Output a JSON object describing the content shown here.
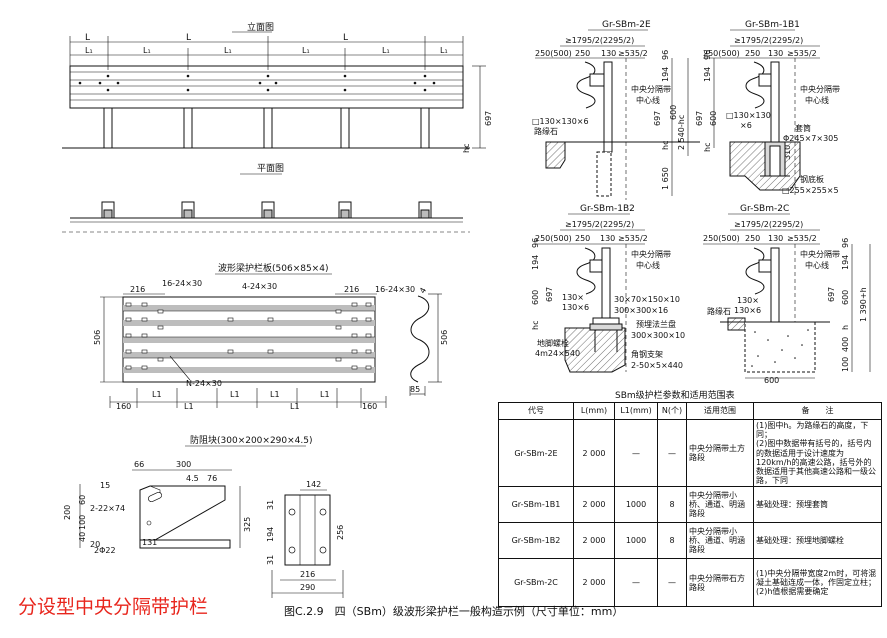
{
  "elevation": {
    "title": "立面图",
    "dims_top": [
      "L",
      "L",
      "L"
    ],
    "dims_sub": [
      "L₁",
      "L₁",
      "L₁",
      "L₁",
      "L₁",
      "L₁"
    ],
    "height": "697",
    "hc": "hc"
  },
  "plan": {
    "title": "平面图"
  },
  "panel": {
    "title": "波形梁护栏板(506×85×4)",
    "dims": [
      "216",
      "16-24×30",
      "4-24×30",
      "216",
      "16-24×30",
      "N-24×30"
    ],
    "height": "506",
    "bottom_dims": [
      "160",
      "L1",
      "L1",
      "L1",
      "L1",
      "L1",
      "L1",
      "160"
    ],
    "profile_thickness": "4",
    "profile_height": "506",
    "profile_depth": "85"
  },
  "block": {
    "title": "防阻块(300×200×290×4.5)",
    "dims": [
      "66",
      "300",
      "4.5",
      "76",
      "15",
      "2-22×74",
      "60",
      "100",
      "200",
      "40",
      "20",
      "2Φ22",
      "131",
      "325"
    ],
    "dims_right": [
      "142",
      "31",
      "194",
      "31",
      "256",
      "216",
      "290"
    ]
  },
  "details": [
    {
      "code": "Gr-SBm-2E",
      "dims": [
        "≥1795/2(2295/2)",
        "250(500)",
        "250",
        "130",
        "≥535/2",
        "194",
        "96",
        "697",
        "600",
        "2 540-hc",
        "hc",
        "1 650"
      ],
      "labels": [
        "中央分隔带",
        "中心线",
        "□130×130×6",
        "路缘石"
      ]
    },
    {
      "code": "Gr-SBm-1B1",
      "dims": [
        "≥1795/2(2295/2)",
        "250(500)",
        "250",
        "130",
        "≥535/2",
        "194",
        "96",
        "697",
        "600",
        "hc",
        "310"
      ],
      "labels": [
        "中央分隔带",
        "中心线",
        "□130×130",
        "×6",
        "套筒",
        "Φ245×7×305",
        "钢底板",
        "□255×255×5"
      ]
    },
    {
      "code": "Gr-SBm-1B2",
      "dims": [
        "≥1795/2(2295/2)",
        "250(500)",
        "250",
        "130",
        "≥535/2",
        "194",
        "96",
        "697",
        "600",
        "hc"
      ],
      "labels": [
        "中央分隔带",
        "中心线",
        "130×",
        "130×6",
        "30×70×150×10",
        "300×300×16",
        "预埋法兰盘",
        "300×300×10",
        "地脚螺栓",
        "4m24×540",
        "角钢支架",
        "2-50×5×440"
      ]
    },
    {
      "code": "Gr-SBm-2C",
      "dims": [
        "≥1795/2(2295/2)",
        "250(500)",
        "250",
        "130",
        "≥535/2",
        "194",
        "96",
        "697",
        "600",
        "100",
        "400",
        "1 390+h",
        "h",
        "600"
      ],
      "labels": [
        "中央分隔带",
        "中心线",
        "路缘石",
        "130×",
        "130×6"
      ]
    }
  ],
  "table": {
    "title": "SBm级护栏参数和适用范围表",
    "headers": [
      "代号",
      "L(mm)",
      "L1(mm)",
      "N(个)",
      "适用范围",
      "备　　注"
    ],
    "rows": [
      [
        "Gr-SBm-2E",
        "2 000",
        "—",
        "—",
        "中央分隔带土方路段",
        "(1)图中h。为路缘石的高度，下同；\n(2)图中数据带有括号的，括号内的数据适用于设计速度为120km/h的高速公路，括号外的数据适用于其他高速公路和一级公路，下同"
      ],
      [
        "Gr-SBm-1B1",
        "2 000",
        "1000",
        "8",
        "中央分隔带小桥、通道、明涵路段",
        "基础处理：预埋套筒"
      ],
      [
        "Gr-SBm-1B2",
        "2 000",
        "1000",
        "8",
        "中央分隔带小桥、通道、明涵路段",
        "基础处理：预埋地脚螺栓"
      ],
      [
        "Gr-SBm-2C",
        "2 000",
        "—",
        "—",
        "中央分隔带石方路段",
        "(1)中央分隔带宽度2m时，可将混凝土基础连成一体，作固定立柱；\n(2)h值根据需要确定"
      ]
    ]
  },
  "red_caption": "分设型中央分隔带护栏",
  "figure_caption": "图C.2.9　四（SBm）级波形梁护栏一般构造示例（尺寸单位：mm）"
}
